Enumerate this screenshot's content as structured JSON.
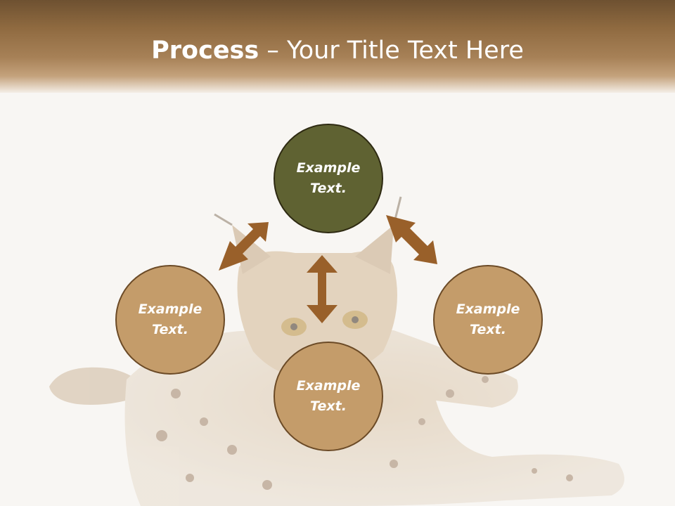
{
  "title": {
    "bold": "Process",
    "rest": " – Your Title Text Here"
  },
  "nodes": {
    "top": "Example\nText.",
    "left": "Example\nText.",
    "right": "Example\nText.",
    "bottom": "Example\nText."
  },
  "colors": {
    "arrow": "#99602a",
    "circle_fill": "#c49c6a",
    "circle_top_fill": "#5f6232",
    "header": "#8f6a40"
  }
}
